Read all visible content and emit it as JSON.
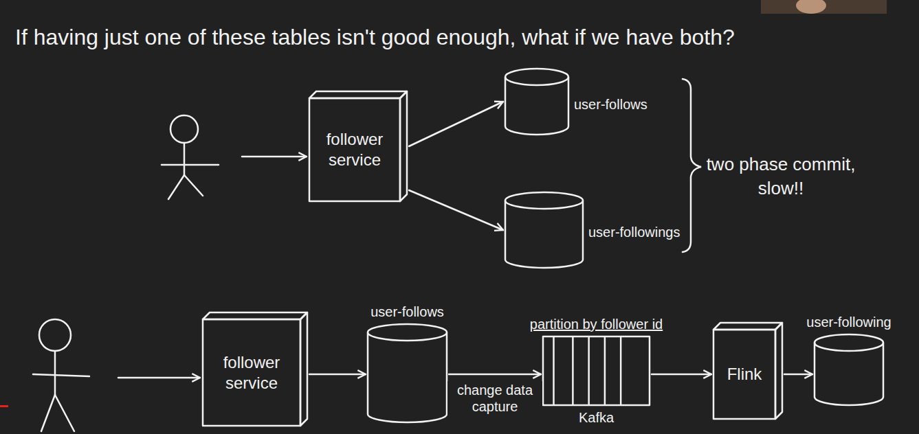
{
  "diagram": {
    "title": "If having just one of these tables isn't good enough, what if we have both?",
    "nodes": [
      {
        "text": [
          "follower service"
        ]
      },
      {
        "text": [
          "user-follows"
        ]
      },
      {
        "text": [
          "user-followings"
        ]
      },
      {
        "text": [
          "follower service"
        ]
      },
      {
        "text": [
          "user-follows"
        ]
      },
      {
        "text": [
          "partition by follower id",
          "Kafka"
        ]
      },
      {
        "text": [
          "Flink"
        ]
      },
      {
        "text": [
          "user-following"
        ]
      }
    ],
    "edges": [
      {
        "from": 0,
        "to": 1,
        "arrow": "to"
      },
      {
        "from": 0,
        "to": 2,
        "arrow": "to"
      },
      {
        "from": 3,
        "to": 4,
        "arrow": "to"
      },
      {
        "from": 4,
        "to": 5,
        "arrow": "to",
        "label": "change data capture"
      },
      {
        "from": 5,
        "to": 6,
        "arrow": "to"
      },
      {
        "from": 6,
        "to": 7,
        "arrow": "to"
      }
    ],
    "labels": [
      "two phase commit, slow!!"
    ]
  }
}
